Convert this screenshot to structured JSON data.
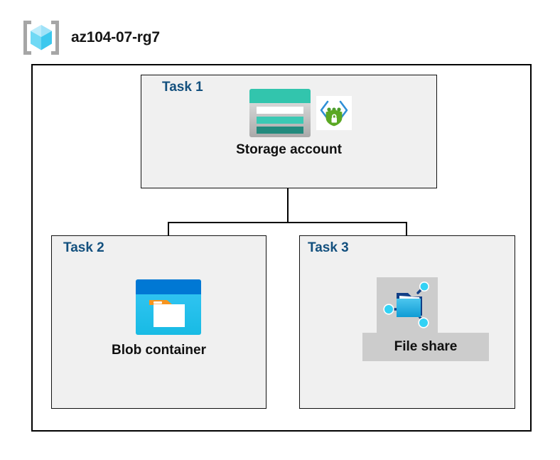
{
  "header": {
    "resource_group_name": "az104-07-rg7",
    "icon": "resource-group-icon"
  },
  "diagram": {
    "type": "azure-architecture-diagram",
    "container_label": "az104-07-rg7",
    "tasks": [
      {
        "id": "task1",
        "label": "Task 1",
        "node_label": "Storage account",
        "icons": [
          "storage-account-icon",
          "secure-endpoint-icon"
        ],
        "children": [
          "task2",
          "task3"
        ]
      },
      {
        "id": "task2",
        "label": "Task 2",
        "node_label": "Blob container",
        "icons": [
          "blob-container-icon"
        ],
        "children": []
      },
      {
        "id": "task3",
        "label": "Task 3",
        "node_label": "File share",
        "icons": [
          "file-share-icon"
        ],
        "children": []
      }
    ],
    "connections": [
      {
        "from": "Storage account",
        "to": "Blob container"
      },
      {
        "from": "Storage account",
        "to": "File share"
      }
    ]
  },
  "colors": {
    "task_label": "#13507e",
    "node_label": "#101010",
    "task_box_fill": "#f0f0f0",
    "boundary_stroke": "#000000",
    "storage_teal": "#32c5ad",
    "storage_teal_dark": "#228a7d",
    "blob_blue": "#0078d4",
    "blob_cyan": "#32c5f4",
    "blob_orange": "#f7941e",
    "fileshare_blue": "#2ab0e4",
    "fileshare_node": "#32d2f5",
    "endpoint_green": "#5aa823",
    "rg_cube_cyan": "#9fe8fb",
    "rg_bracket_gray": "#a6a6a6",
    "fileshare_backdrop": "#cccccc"
  }
}
